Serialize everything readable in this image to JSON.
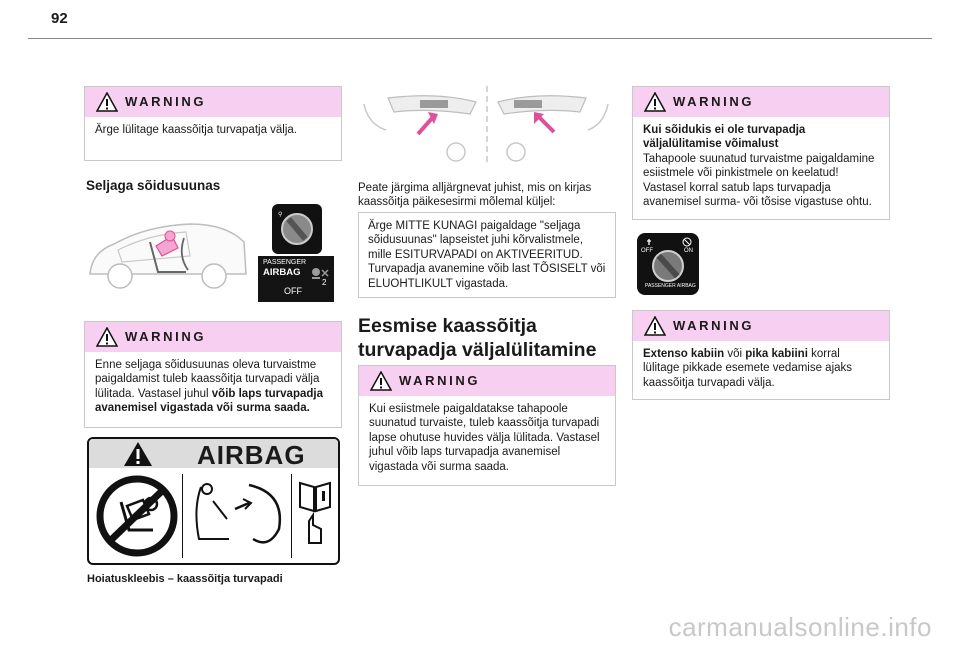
{
  "page_number": "92",
  "left": {
    "warning1": {
      "title": "WARNING",
      "text": "Ärge lülitage kaassõitja turvapatja välja."
    },
    "section_title": "Seljaga sõidusuunas",
    "airbag_panel": {
      "line1": "PASSENGER",
      "line2": "AIRBAG",
      "status": "OFF",
      "icon_num": "2"
    },
    "warning2": {
      "title": "WARNING",
      "text_plain": "Enne seljaga sõidusuunas oleva turvaistme paigaldamist tuleb kaassõitja turvapadi välja lülitada. Vastasel juhul ",
      "text_bold": "võib laps turvapadja avanemisel vigastada või surma saada."
    },
    "label": {
      "title": "AIRBAG"
    },
    "caption": "Hoiatuskleebis – kaassõitja turvapadi"
  },
  "middle": {
    "intro": "Peate järgima alljärgnevat juhist, mis on kirjas kaassõitja päikesesirmi mõlemal küljel:",
    "notice": "Ärge MITTE KUNAGI paigaldage \"seljaga sõidusuunas\" lapseistet juhi kõrvalistmele, mille ESITURVAPADI on AKTIVEERITUD. Turvapadja avanemine võib last TÕSISELT või ELUOHTLIKULT vigastada.",
    "heading": "Eesmise kaassõitja turvapadja väljalülitamine",
    "warning": {
      "title": "WARNING",
      "text": "Kui esiistmele paigaldatakse tahapoole suunatud turvaiste, tuleb kaassõitja turvapadi lapse ohutuse huvides välja lülitada. Vastasel juhul võib laps turvapadja avanemisel vigastada või surma saada."
    }
  },
  "right": {
    "warning1": {
      "title": "WARNING",
      "bold": "Kui sõidukis ei ole turvapadja väljalülitamise võimalust",
      "text": "Tahapoole suunatud turvaistme paigaldamine esiistmele või pinkistmele on keelatud! Vastasel korral satub laps turvapadja avanemisel surma- või tõsise vigastuse ohtu."
    },
    "switch": {
      "off": "OFF",
      "on": "ON",
      "ring": "PASSENGER AIRBAG"
    },
    "warning2": {
      "title": "WARNING",
      "bold1": "Extenso kabiin",
      "mid1": " või ",
      "bold2": "pika kabiini",
      "text": " korral lülitage pikkade esemete vedamise ajaks kaassõitja turvapadi välja."
    }
  },
  "watermark": "carmanualsonline.info",
  "colors": {
    "warning_header": "#f7cff0",
    "accent_pink": "#e04f9a"
  }
}
